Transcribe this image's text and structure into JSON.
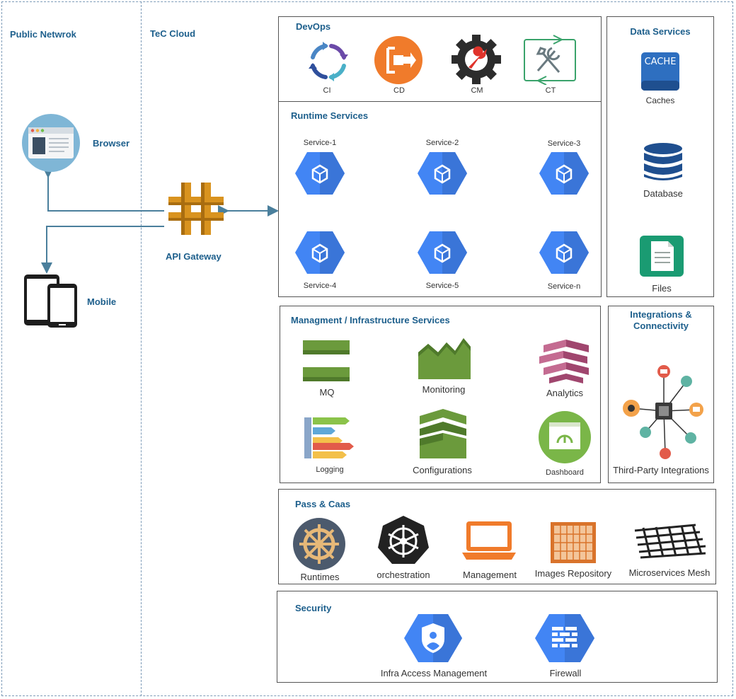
{
  "zones": {
    "public_network": "Public Netwrok",
    "tec_cloud": "TeC Cloud"
  },
  "clients": {
    "browser": "Browser",
    "mobile": "Mobile",
    "api_gateway": "API Gateway"
  },
  "devops": {
    "title": "DevOps",
    "items": [
      "CI",
      "CD",
      "CM",
      "CT"
    ]
  },
  "runtime": {
    "title": "Runtime Services",
    "services": [
      "Service-1",
      "Service-2",
      "Service-3",
      "Service-4",
      "Service-5",
      "Service-n"
    ]
  },
  "data_services": {
    "title": "Data Services",
    "cache_badge": "CACHE",
    "items": [
      "Caches",
      "Database",
      "Files"
    ]
  },
  "management": {
    "title": "Managment / Infrastructure Services",
    "items": [
      "MQ",
      "Monitoring",
      "Analytics",
      "Logging",
      "Configurations",
      "Dashboard"
    ]
  },
  "integrations": {
    "title_line1": "Integrations &",
    "title_line2": "Connectivity",
    "item": "Third-Party Integrations"
  },
  "paas": {
    "title": "Pass & Caas",
    "items": [
      "Runtimes",
      "orchestration",
      "Management",
      "Images Repository",
      "Microservices Mesh"
    ]
  },
  "security": {
    "title": "Security",
    "items": [
      "Infra Access Management",
      "Firewall"
    ]
  },
  "colors": {
    "title_blue": "#1d5f8c",
    "arrow": "#4a7f9c",
    "hex_blue": "#4285f4",
    "aws_green": "#6b9a3c",
    "aws_purple": "#a0466e",
    "orange": "#f07b2b"
  }
}
